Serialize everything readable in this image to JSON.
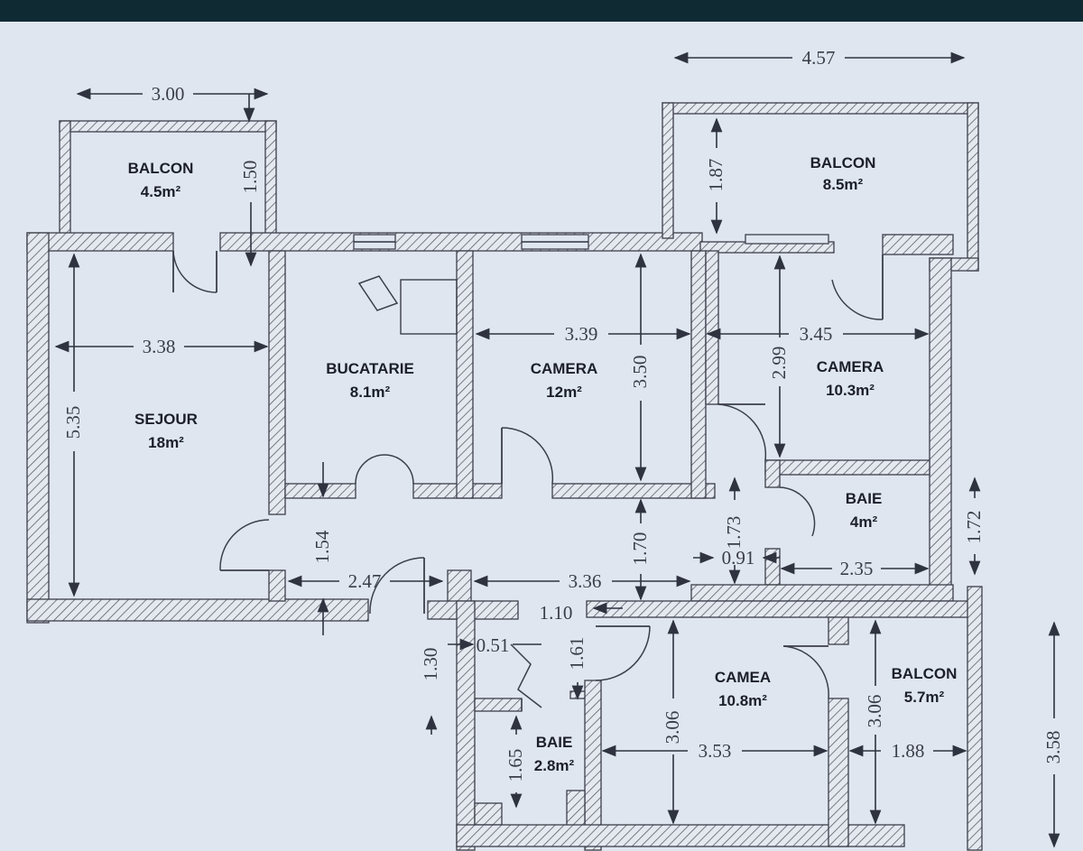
{
  "colors": {
    "topbar": "#0f2a33",
    "paper": "#dfe6ef",
    "wall_stroke": "#3c3f4a",
    "hatch": "#5b5e6a",
    "text": "#1c1f2a"
  },
  "rooms": [
    {
      "id": "balcon-1",
      "name": "BALCON",
      "area": "4.5m²"
    },
    {
      "id": "balcon-2",
      "name": "BALCON",
      "area": "8.5m²"
    },
    {
      "id": "bucatarie",
      "name": "BUCATARIE",
      "area": "8.1m²"
    },
    {
      "id": "camera-1",
      "name": "CAMERA",
      "area": "12m²"
    },
    {
      "id": "camera-2",
      "name": "CAMERA",
      "area": "10.3m²"
    },
    {
      "id": "sejour",
      "name": "SEJOUR",
      "area": "18m²"
    },
    {
      "id": "baie-1",
      "name": "BAIE",
      "area": "4m²"
    },
    {
      "id": "camea",
      "name": "CAMEA",
      "area": "10.8m²"
    },
    {
      "id": "balcon-3",
      "name": "BALCON",
      "area": "5.7m²"
    },
    {
      "id": "baie-2",
      "name": "BAIE",
      "area": "2.8m²"
    }
  ],
  "dimensions": [
    "3.00",
    "4.57",
    "1.50",
    "1.87",
    "3.38",
    "3.39",
    "3.45",
    "3.50",
    "2.99",
    "5.35",
    "1.54",
    "2.47",
    "3.36",
    "1.70",
    "1.73",
    "0.91",
    "2.35",
    "1.72",
    "1.10",
    "1.30",
    "0.51",
    "1.61",
    "3.06",
    "3.53",
    "3.06",
    "1.88",
    "3.58",
    "1.65"
  ]
}
